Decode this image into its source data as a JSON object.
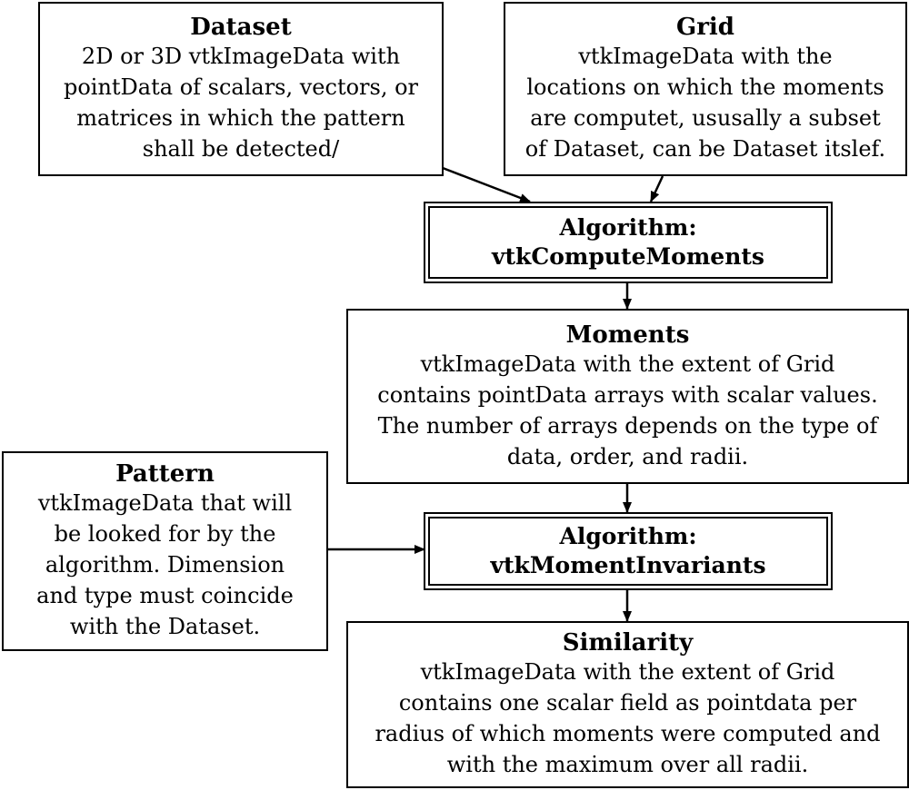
{
  "nodes": {
    "dataset": {
      "title": "Dataset",
      "lines": [
        "2D or 3D vtkImageData with",
        "pointData of scalars, vectors, or",
        "matrices in which the pattern",
        "shall be detected/"
      ]
    },
    "grid": {
      "title": "Grid",
      "lines": [
        "vtkImageData with the",
        "locations on which the moments",
        "are computet, ususally a subset",
        "of Dataset, can be Dataset itslef."
      ]
    },
    "compute": {
      "line1": "Algorithm:",
      "line2": "vtkComputeMoments"
    },
    "moments": {
      "title": "Moments",
      "lines": [
        "vtkImageData with the extent of Grid",
        "contains pointData arrays with scalar values.",
        "The number of arrays depends on the type of",
        "data, order, and radii."
      ]
    },
    "pattern": {
      "title": "Pattern",
      "lines": [
        "vtkImageData that will",
        "be looked for by the",
        "algorithm. Dimension",
        "and type must coincide",
        "with the Dataset."
      ]
    },
    "invariants": {
      "line1": "Algorithm:",
      "line2": "vtkMomentInvariants"
    },
    "similarity": {
      "title": "Similarity",
      "lines": [
        "vtkImageData with the extent of Grid",
        "contains one scalar field as pointdata per",
        "radius of which moments were computed and",
        "with the maximum over all radii."
      ]
    }
  },
  "edges": [
    {
      "from": "dataset",
      "to": "compute"
    },
    {
      "from": "grid",
      "to": "compute"
    },
    {
      "from": "compute",
      "to": "moments"
    },
    {
      "from": "moments",
      "to": "invariants"
    },
    {
      "from": "pattern",
      "to": "invariants"
    },
    {
      "from": "invariants",
      "to": "similarity"
    }
  ]
}
